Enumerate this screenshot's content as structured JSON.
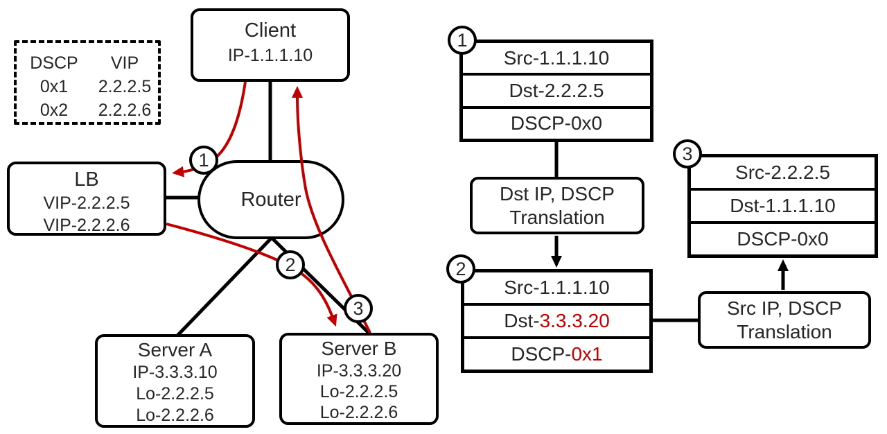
{
  "colors": {
    "stroke": "#000000",
    "accent": "#c00000",
    "background": "#ffffff"
  },
  "legend": {
    "col1_header": "DSCP",
    "col2_header": "VIP",
    "rows": [
      {
        "dscp": "0x1",
        "vip": "2.2.2.5"
      },
      {
        "dscp": "0x2",
        "vip": "2.2.2.6"
      }
    ]
  },
  "topology": {
    "client": {
      "title": "Client",
      "line1": "IP-1.1.1.10"
    },
    "lb": {
      "title": "LB",
      "line1": "VIP-2.2.2.5",
      "line2": "VIP-2.2.2.6"
    },
    "router": {
      "title": "Router"
    },
    "server_a": {
      "title": "Server A",
      "line1": "IP-3.3.3.10",
      "line2": "Lo-2.2.2.5",
      "line3": "Lo-2.2.2.6"
    },
    "server_b": {
      "title": "Server B",
      "line1": "IP-3.3.3.20",
      "line2": "Lo-2.2.2.5",
      "line3": "Lo-2.2.2.6"
    },
    "markers": {
      "m1": "1",
      "m2": "2",
      "m3": "3"
    }
  },
  "flow": {
    "packet1": {
      "step": "1",
      "row1": {
        "pre": "Src-1.1.1.10",
        "red": ""
      },
      "row2": {
        "pre": "Dst-2.2.2.5",
        "red": ""
      },
      "row3": {
        "pre": "DSCP-0x0",
        "red": ""
      }
    },
    "translation1": {
      "line1": "Dst IP, DSCP",
      "line2": "Translation"
    },
    "packet2": {
      "step": "2",
      "row1": {
        "pre": "Src-1.1.1.10",
        "red": ""
      },
      "row2": {
        "pre": "Dst-",
        "red": "3.3.3.20"
      },
      "row3": {
        "pre": "DSCP-",
        "red": "0x1"
      }
    },
    "translation2": {
      "line1": "Src IP, DSCP",
      "line2": "Translation"
    },
    "packet3": {
      "step": "3",
      "row1": {
        "pre": "Src-2.2.2.5",
        "red": ""
      },
      "row2": {
        "pre": "Dst-1.1.1.10",
        "red": ""
      },
      "row3": {
        "pre": "DSCP-0x0",
        "red": ""
      }
    }
  }
}
